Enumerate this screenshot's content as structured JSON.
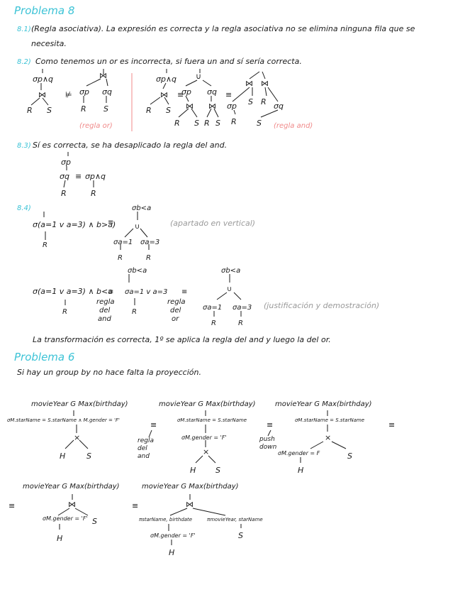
{
  "problema8": {
    "title": "Problema 8",
    "p1_num": "8.1)",
    "p1_line1": "(Regla asociativa). La expresión es correcta y la regla asociativa no se elimina ninguna fila que se",
    "p1_line2": "necesita.",
    "p2_num": "8.2)",
    "p2_text": "Como tenemos un or es incorrecta, si fuera un and sí sería correcta.",
    "p2_note_left": "(regla or)",
    "p2_note_right": "(regla and)",
    "p3_num": "8.3)",
    "p3_text": "Sí es correcta, se ha desaplicado la regla del and.",
    "p4_num": "8.4)",
    "p4_expr1": "σ(a=1 v a=3) ∧ b>a)",
    "p4_note1": "(apartado en vertical)",
    "p4_expr2": "σ(a=1 v a=3) ∧ b<a",
    "p4_note2": "(justificación y demostración)",
    "p4_conclusion": "La transformación es correcta, 1º se aplica la regla del and y luego la del or."
  },
  "problema6": {
    "title": "Problema 6",
    "intro": "Si hay un group by no hace falta la proyección.",
    "group_label": "movieYear G Max(birthday)",
    "sel_full": "σM.starName = S.starName ∧ M.gender = 'F'",
    "sel_star": "σM.starName = S.starName",
    "sel_gender": "σM.gender = 'F'",
    "sel_gender_b": "σM.gender = F",
    "note_regla_and": [
      "regla",
      "del",
      "and"
    ],
    "note_push_down": [
      "push",
      "down"
    ],
    "proj_left": "πstarName, birthdate",
    "proj_right": "πmovieYear, starName"
  },
  "colors": {
    "accent": "#3cc3d6",
    "pink": "#f08a8a",
    "grey": "#9a9a9a",
    "ink": "#1a1a1a"
  }
}
